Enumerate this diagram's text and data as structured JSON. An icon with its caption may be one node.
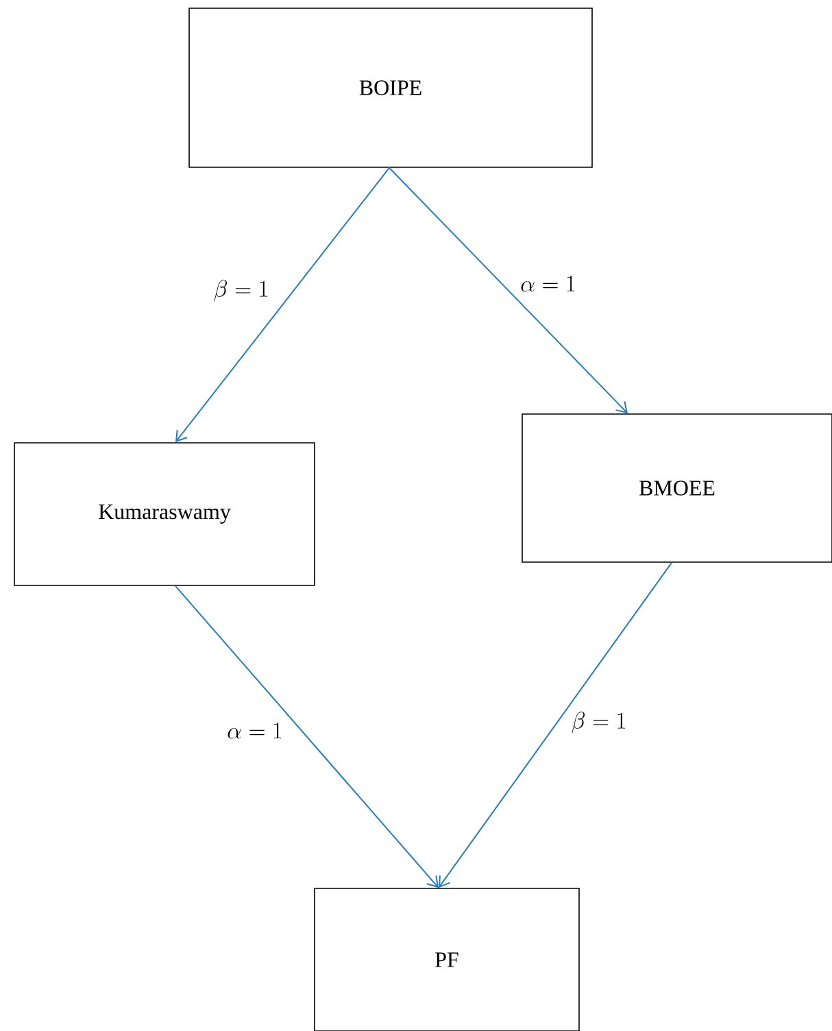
{
  "diagram": {
    "nodes": [
      {
        "text": [
          "BOIPE"
        ]
      },
      {
        "text": [
          "Kumaraswamy"
        ]
      },
      {
        "text": [
          "BMOEE"
        ]
      },
      {
        "text": [
          "PF"
        ]
      }
    ],
    "edges": [
      {
        "from": 0,
        "to": 1,
        "arrow": "to",
        "label": "\\beta = 1"
      },
      {
        "from": 0,
        "to": 2,
        "arrow": "to",
        "label": "\\alpha = 1"
      },
      {
        "from": 1,
        "to": 3,
        "arrow": "to",
        "label": "\\alpha = 1"
      },
      {
        "from": 2,
        "to": 3,
        "arrow": "to",
        "label": "\\beta = 1"
      }
    ]
  }
}
